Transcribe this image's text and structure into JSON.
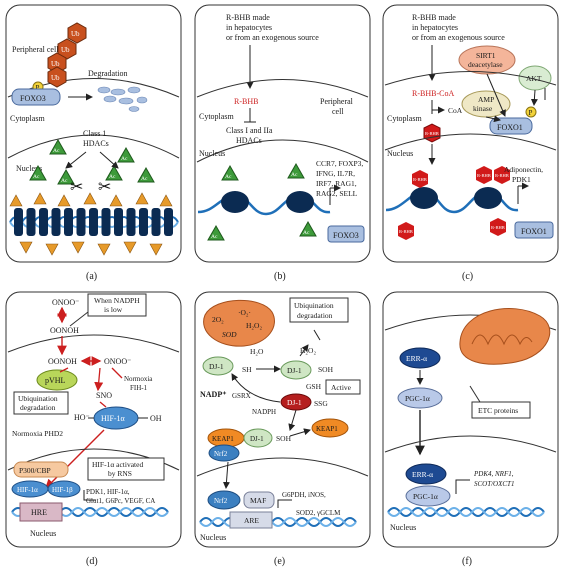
{
  "panels": {
    "a": {
      "caption": "(a)",
      "peripheral_cell": "Peripheral cell",
      "ub": "Ub",
      "p": "P",
      "foxo3": "FOXO3",
      "degradation": "Degradation",
      "cytoplasm": "Cytoplasm",
      "nucleus": "Nucleus",
      "class1_hdacs_1": "Class 1",
      "class1_hdacs_2": "HDACs",
      "ac": "Ac"
    },
    "b": {
      "caption": "(b)",
      "rbhb_source_1": "R-BHB made",
      "rbhb_source_2": "in hepatocytes",
      "rbhb_source_3": "or from an exogenous source",
      "rbhb": "R-BHB",
      "peripheral_cell_1": "Peripheral",
      "peripheral_cell_2": "cell",
      "cytoplasm": "Cytoplasm",
      "hdacs_1": "Class I and IIa",
      "hdacs_2": "HDACs",
      "nucleus": "Nucleus",
      "ac": "Ac",
      "genes_1": "CCR7, FOXP3,",
      "genes_2": "IFNG, IL7R,",
      "genes_3": "IRF7, RAG1,",
      "genes_4": "RAG2, SELL",
      "foxo3": "FOXO3"
    },
    "c": {
      "caption": "(c)",
      "rbhb_source_1": "R-BHB made",
      "rbhb_source_2": "in hepatocytes",
      "rbhb_source_3": "or from an exogenous source",
      "sirt1_1": "SIRT1",
      "sirt1_2": "deacetylase",
      "akt": "AKT",
      "rbhb_coa": "R-BHB-CoA",
      "coa": "CoA",
      "ampk_1": "AMP",
      "ampk_2": "kinase",
      "cytoplasm": "Cytoplasm",
      "foxo1_top": "FOXO1",
      "p": "P",
      "rbhb_small": "R-BHB",
      "nucleus": "Nucleus",
      "adipo_1": "Adiponectin,",
      "adipo_2": "PDK1",
      "foxo1_bottom": "FOXO1"
    },
    "d": {
      "caption": "(d)",
      "onoo_top": "ONOO⁻",
      "nadph_box_1": "When NADPH",
      "nadph_box_2": "is low",
      "oonoh_top": "OONOH",
      "oonoh": "OONOH",
      "onoo_mid": "ONOO⁻",
      "pvhl": "pVHL",
      "normoxia_fih_1": "Normoxia",
      "normoxia_fih_2": "FIH-1",
      "ubiq_1": "Ubiquination",
      "ubiq_2": "degradation",
      "sno": "SNO",
      "ho": "HO⁻",
      "hif1a": "HIF-1α",
      "oh": "OH",
      "normoxia_phd2": "Normoxia PHD2",
      "p300": "P300/CBP",
      "hif_activated_1": "HIF-1α activated",
      "hif_activated_2": "by RNS",
      "hif1a_b": "HIF-1α",
      "hif1b": "HIF-1β",
      "targets_1": "PDK1, HIF-1α,",
      "targets_2": "Glut1, G6Pc, VEGF, CA",
      "hre": "HRE",
      "nucleus": "Nucleus"
    },
    "e": {
      "caption": "(e)",
      "o2": "2O₂",
      "o2_rad": "·O₂·",
      "h2o2": "H₂O₂",
      "sod": "SOD",
      "ubiq_1": "Ubiquination",
      "ubiq_2": "degradation",
      "dj1": "DJ-1",
      "h2o": "H₂O",
      "h2o2_b": "H₂O₂",
      "sh": "SH",
      "soh": "SOH",
      "gsh": "GSH",
      "nadp": "NADP⁺",
      "gsrx": "GSRX",
      "nadph": "NADPH",
      "ssg": "SSG",
      "active": "Active",
      "keap1": "KEAP1",
      "soh_b": "SOH",
      "nrf2": "Nrf2",
      "maf": "MAF",
      "are": "ARE",
      "targets_1": "G6PDH, iNOS,",
      "targets_2": "SOD2, γGCLM",
      "nucleus": "Nucleus"
    },
    "f": {
      "caption": "(f)",
      "erra": "ERR-α",
      "pgc": "PGC-1α",
      "etc": "ETC proteins",
      "targets_1": "PDK4, NRF1,",
      "targets_2": "SCOT/OXCT1",
      "nucleus": "Nucleus"
    }
  },
  "colors": {
    "ub": "#c8501e",
    "phos": "#f2d23a",
    "foxo": "#a9bfe0",
    "ac": "#3d9a3a",
    "red_text": "#cc1f1f",
    "rbhb_hex": "#d11a1a",
    "dna": "#1f6fb8",
    "histone": "#0b2b52",
    "sirt1": "#f4b59a",
    "ampk": "#efe8c6",
    "akt": "#d9ecd2",
    "pvhl": "#b9d65a",
    "hif": "#4b8fd0",
    "mito": "#e8874a",
    "dj1_green": "#cfe6c4",
    "dj1_red": "#b51f1f",
    "keap1": "#f08a24",
    "nrf2": "#3b7fc0",
    "err": "#1e4a92",
    "pgc": "#b9c9e8"
  }
}
